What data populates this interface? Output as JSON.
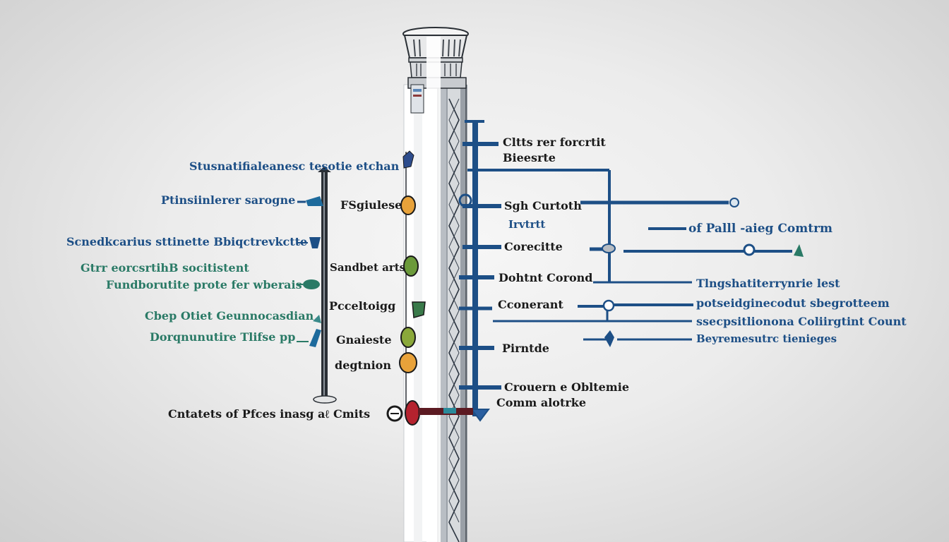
{
  "diagram": {
    "colors": {
      "line_blue": "#1d4f86",
      "teal": "#2a7a66",
      "pole_gray": "#8a8f96",
      "ink": "#1a1a1a",
      "accent_red": "#b5222e",
      "accent_orange": "#e8a23a",
      "accent_green": "#6b9a3a"
    },
    "left_labels": [
      {
        "text": "Stusnatifialeanesc tesotie etchan",
        "color": "blue"
      },
      {
        "text": "Ptinsiinlerer sarogne",
        "color": "blue"
      },
      {
        "text": "Scnedkcarius sttinette Bbiqctrevkctte",
        "color": "blue"
      },
      {
        "text": "Gtrr eorcsrtihB socitistent",
        "color": "teal"
      },
      {
        "text": "Fundborutite prote fer wberais",
        "color": "teal"
      },
      {
        "text": "Cbep Otiet Geunnocasdian",
        "color": "teal"
      },
      {
        "text": "Dorqnunutire Tlifse pp",
        "color": "teal"
      },
      {
        "text": "Cntatets of Pfces inasg aℓ Cmits",
        "color": "black"
      }
    ],
    "inner_left_labels": [
      {
        "text": "FSgiulese"
      },
      {
        "text": "Sandbet arts"
      },
      {
        "text": "Pcceltoigg"
      },
      {
        "text": "Gnaieste"
      },
      {
        "text": "degtnion"
      }
    ],
    "inner_right_labels": [
      {
        "text": "Cltts rer forcrtit"
      },
      {
        "text": "Bieesrte"
      },
      {
        "text": "Sgh Curtoth"
      },
      {
        "text": "Irvtrtt"
      },
      {
        "text": "Corecitte"
      },
      {
        "text": "Dohtnt Corond"
      },
      {
        "text": "Cconerant"
      },
      {
        "text": "Pirntde"
      },
      {
        "text": "Crouern e Obltemie"
      },
      {
        "text": "Comm alotrke"
      }
    ],
    "far_right_labels": [
      {
        "text": "of Palll -aieg Comtrm"
      },
      {
        "text": "Tlngshatiterrynrie lest"
      },
      {
        "text": "potseidginecodut sbegrotteem"
      },
      {
        "text": "ssecpsitlionona Coliirgtint Count"
      },
      {
        "text": "Beyremesutrc tienieges"
      }
    ]
  }
}
